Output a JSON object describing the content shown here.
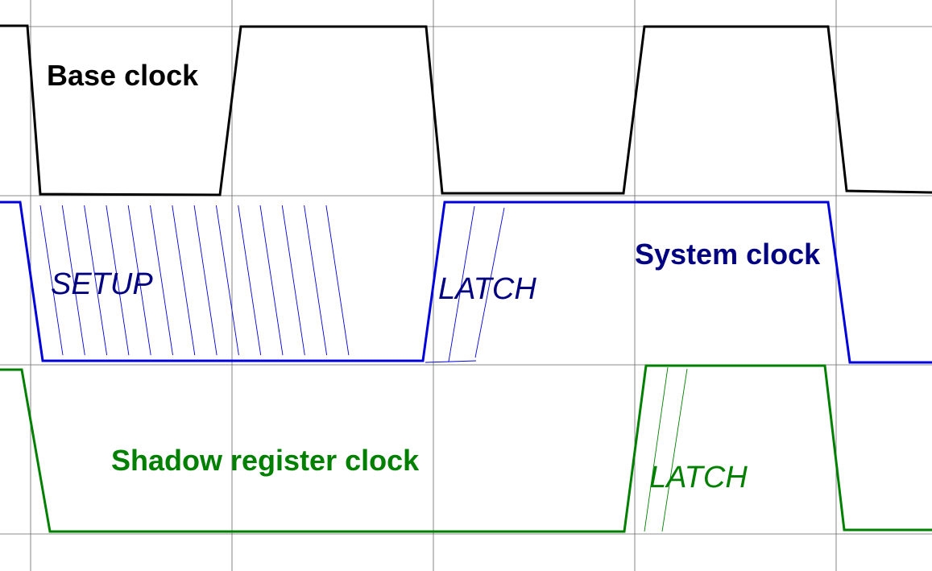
{
  "labels": {
    "base_clock": "Base clock",
    "system_clock": "System clock",
    "setup": "SETUP",
    "system_latch": "LATCH",
    "shadow_register_clock": "Shadow register clock",
    "shadow_latch": "LATCH"
  },
  "colors": {
    "base_clock": "#000000",
    "system_clock": "#0000dd",
    "system_text": "#000080",
    "shadow_register_clock": "#008000",
    "grid": "#666666"
  },
  "signals": [
    {
      "name": "base-clock-waveform",
      "color_key": "base_clock",
      "edges": [
        "fall",
        "rise",
        "fall",
        "rise",
        "fall"
      ]
    },
    {
      "name": "system-clock-waveform",
      "color_key": "system_clock",
      "edges": [
        "fall",
        "rise",
        "fall"
      ]
    },
    {
      "name": "shadow-register-clock-waveform",
      "color_key": "shadow_register_clock",
      "edges": [
        "fall",
        "rise",
        "fall"
      ]
    }
  ]
}
